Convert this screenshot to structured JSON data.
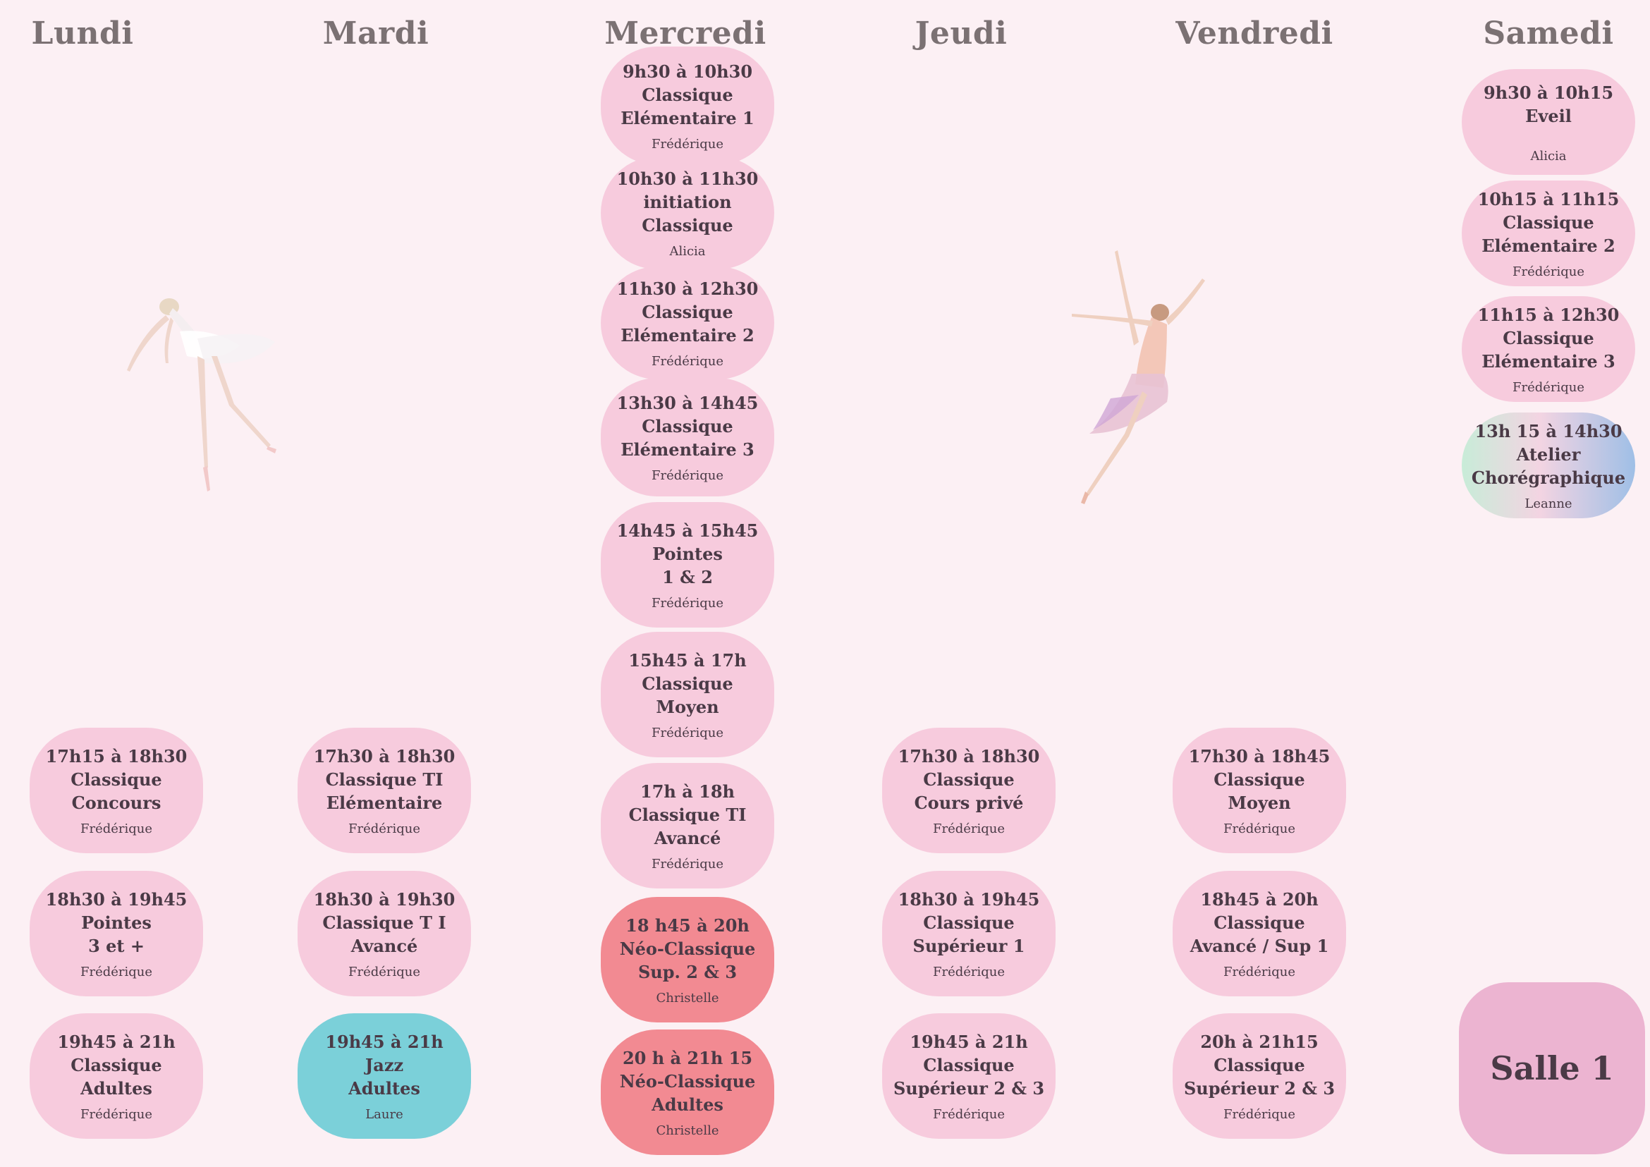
{
  "days": [
    "Lundi",
    "Mardi",
    "Mercredi",
    "Jeudi",
    "Vendredi",
    "Samedi"
  ],
  "classes": {
    "lundi": [
      {
        "time": "17h15 à 18h30",
        "lines": [
          "Classique",
          "Concours"
        ],
        "teacher": "Frédérique"
      },
      {
        "time": "18h30 à 19h45",
        "lines": [
          "Pointes",
          "3 et +"
        ],
        "teacher": "Frédérique"
      },
      {
        "time": "19h45 à 21h",
        "lines": [
          "Classique",
          "Adultes"
        ],
        "teacher": "Frédérique"
      }
    ],
    "mardi": [
      {
        "time": "17h30 à 18h30",
        "lines": [
          "Classique TI",
          "Elémentaire"
        ],
        "teacher": "Frédérique"
      },
      {
        "time": "18h30 à 19h30",
        "lines": [
          "Classique T I",
          "Avancé"
        ],
        "teacher": "Frédérique"
      },
      {
        "time": "19h45 à 21h",
        "lines": [
          "Jazz",
          "Adultes"
        ],
        "teacher": "Laure"
      }
    ],
    "mercredi": [
      {
        "time": "9h30 à 10h30",
        "lines": [
          "Classique",
          "Elémentaire 1"
        ],
        "teacher": "Frédérique"
      },
      {
        "time": "10h30 à 11h30",
        "lines": [
          "initiation",
          "Classique"
        ],
        "teacher": "Alicia"
      },
      {
        "time": "11h30 à 12h30",
        "lines": [
          "Classique",
          "Elémentaire 2"
        ],
        "teacher": "Frédérique"
      },
      {
        "time": "13h30 à 14h45",
        "lines": [
          "Classique",
          "Elémentaire 3"
        ],
        "teacher": "Frédérique"
      },
      {
        "time": "14h45 à 15h45",
        "lines": [
          "Pointes",
          "1 & 2"
        ],
        "teacher": "Frédérique"
      },
      {
        "time": "15h45  à 17h",
        "lines": [
          "Classique",
          "Moyen"
        ],
        "teacher": "Frédérique"
      },
      {
        "time": "17h à 18h",
        "lines": [
          "Classique TI",
          "Avancé"
        ],
        "teacher": "Frédérique"
      },
      {
        "time": "18 h45 à 20h",
        "lines": [
          "Néo-Classique",
          "Sup. 2 & 3"
        ],
        "teacher": "Christelle"
      },
      {
        "time": "20 h à 21h 15",
        "lines": [
          "Néo-Classique",
          "Adultes"
        ],
        "teacher": "Christelle"
      }
    ],
    "jeudi": [
      {
        "time": "17h30 à 18h30",
        "lines": [
          "Classique",
          "Cours privé"
        ],
        "teacher": "Frédérique"
      },
      {
        "time": "18h30 à 19h45",
        "lines": [
          "Classique",
          "Supérieur 1"
        ],
        "teacher": "Frédérique"
      },
      {
        "time": "19h45 à  21h",
        "lines": [
          "Classique",
          "Supérieur 2 & 3"
        ],
        "teacher": "Frédérique"
      }
    ],
    "vendredi": [
      {
        "time": "17h30 à 18h45",
        "lines": [
          "Classique",
          "Moyen"
        ],
        "teacher": "Frédérique"
      },
      {
        "time": "18h45 à 20h",
        "lines": [
          "Classique",
          "Avancé / Sup 1"
        ],
        "teacher": "Frédérique"
      },
      {
        "time": "20h  à 21h15",
        "lines": [
          "Classique",
          "Supérieur  2 & 3"
        ],
        "teacher": "Frédérique"
      }
    ],
    "samedi": [
      {
        "time": "9h30 à 10h15",
        "lines": [
          "Eveil",
          ""
        ],
        "teacher": "Alicia"
      },
      {
        "time": "10h15 à 11h15",
        "lines": [
          "Classique",
          "Elémentaire 2"
        ],
        "teacher": "Frédérique"
      },
      {
        "time": "11h15 à 12h30",
        "lines": [
          "Classique",
          "Elémentaire 3"
        ],
        "teacher": "Frédérique"
      },
      {
        "time": "13h 15 à 14h30",
        "lines": [
          "Atelier",
          "Chorégraphique"
        ],
        "teacher": "Leanne"
      }
    ]
  },
  "room": "Salle 1",
  "colors": {
    "default": "#f7cbdd",
    "neo": "#f28a92",
    "jazz": "#7bd0d9",
    "room": "#ecb4d1"
  }
}
